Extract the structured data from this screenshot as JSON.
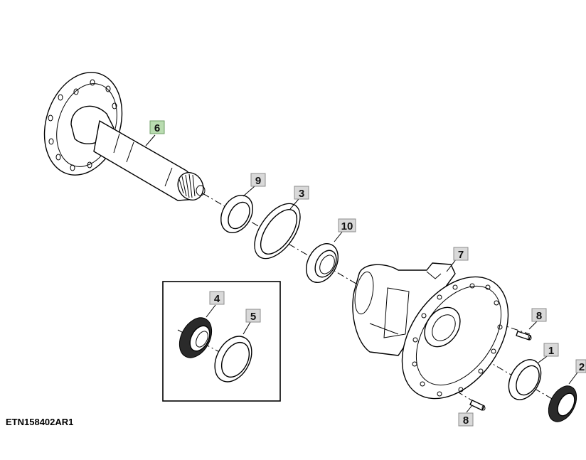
{
  "callouts": {
    "c1": "1",
    "c2": "2",
    "c3": "3",
    "c4": "4",
    "c5": "5",
    "c6": "6",
    "c7": "7",
    "c8a": "8",
    "c8b": "8",
    "c9": "9",
    "c10": "10"
  },
  "figure_id": "ETN158402AR1",
  "colors": {
    "callout_fill": "#d9d9d9",
    "callout_highlight": "#b9dcb0"
  }
}
